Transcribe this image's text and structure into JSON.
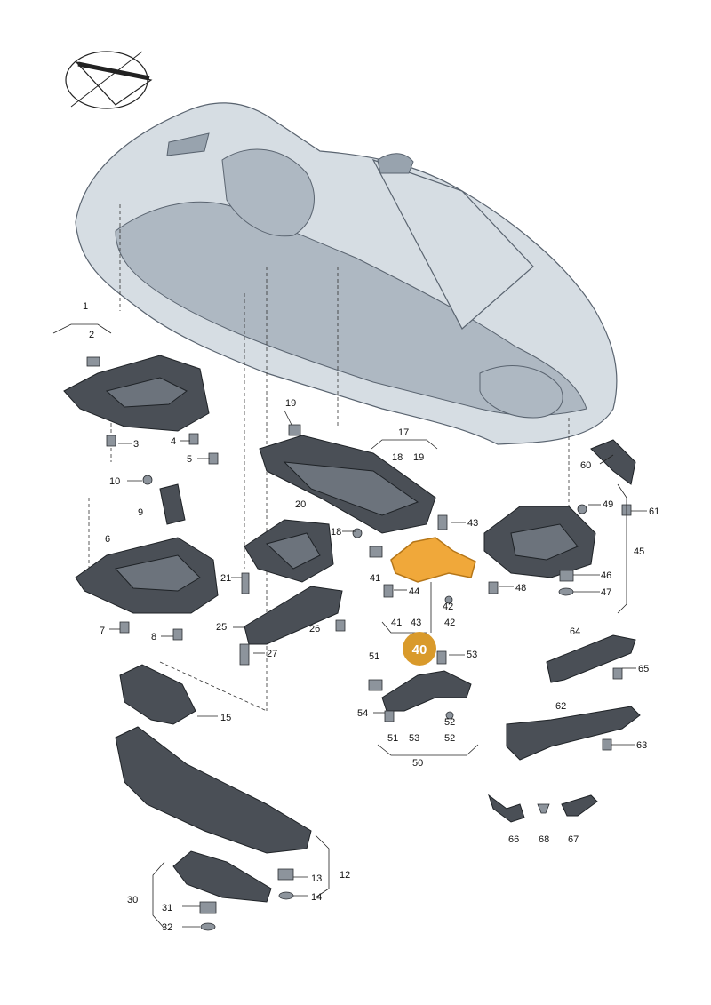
{
  "labels": [
    {
      "id": "1",
      "text": "1"
    },
    {
      "id": "2",
      "text": "2"
    },
    {
      "id": "3",
      "text": "3"
    },
    {
      "id": "4",
      "text": "4"
    },
    {
      "id": "5",
      "text": "5"
    },
    {
      "id": "6",
      "text": "6"
    },
    {
      "id": "7",
      "text": "7"
    },
    {
      "id": "8",
      "text": "8"
    },
    {
      "id": "9",
      "text": "9"
    },
    {
      "id": "10",
      "text": "10"
    },
    {
      "id": "12",
      "text": "12"
    },
    {
      "id": "13",
      "text": "13"
    },
    {
      "id": "14",
      "text": "14"
    },
    {
      "id": "15",
      "text": "15"
    },
    {
      "id": "17",
      "text": "17"
    },
    {
      "id": "18a",
      "text": "18"
    },
    {
      "id": "18b",
      "text": "18"
    },
    {
      "id": "19a",
      "text": "19"
    },
    {
      "id": "19b",
      "text": "19"
    },
    {
      "id": "20",
      "text": "20"
    },
    {
      "id": "21",
      "text": "21"
    },
    {
      "id": "25",
      "text": "25"
    },
    {
      "id": "26",
      "text": "26"
    },
    {
      "id": "27",
      "text": "27"
    },
    {
      "id": "30",
      "text": "30"
    },
    {
      "id": "31",
      "text": "31"
    },
    {
      "id": "32",
      "text": "32"
    },
    {
      "id": "41a",
      "text": "41"
    },
    {
      "id": "41b",
      "text": "41"
    },
    {
      "id": "42a",
      "text": "42"
    },
    {
      "id": "42b",
      "text": "42"
    },
    {
      "id": "43a",
      "text": "43"
    },
    {
      "id": "43b",
      "text": "43"
    },
    {
      "id": "44",
      "text": "44"
    },
    {
      "id": "45",
      "text": "45"
    },
    {
      "id": "46",
      "text": "46"
    },
    {
      "id": "47",
      "text": "47"
    },
    {
      "id": "48",
      "text": "48"
    },
    {
      "id": "49",
      "text": "49"
    },
    {
      "id": "50",
      "text": "50"
    },
    {
      "id": "51a",
      "text": "51"
    },
    {
      "id": "51b",
      "text": "51"
    },
    {
      "id": "52a",
      "text": "52"
    },
    {
      "id": "52b",
      "text": "52"
    },
    {
      "id": "53a",
      "text": "53"
    },
    {
      "id": "53b",
      "text": "53"
    },
    {
      "id": "54",
      "text": "54"
    },
    {
      "id": "60",
      "text": "60"
    },
    {
      "id": "61",
      "text": "61"
    },
    {
      "id": "62",
      "text": "62"
    },
    {
      "id": "63",
      "text": "63"
    },
    {
      "id": "64",
      "text": "64"
    },
    {
      "id": "65",
      "text": "65"
    },
    {
      "id": "66",
      "text": "66"
    },
    {
      "id": "67",
      "text": "67"
    },
    {
      "id": "68",
      "text": "68"
    }
  ],
  "highlight": {
    "text": "40",
    "color": "#d99a2b"
  },
  "colors": {
    "car_body": "#d6dde3",
    "part": "#4a4f56",
    "highlight_part": "#f0a83a"
  },
  "icons": {
    "view_direction": "view-direction-icon"
  }
}
